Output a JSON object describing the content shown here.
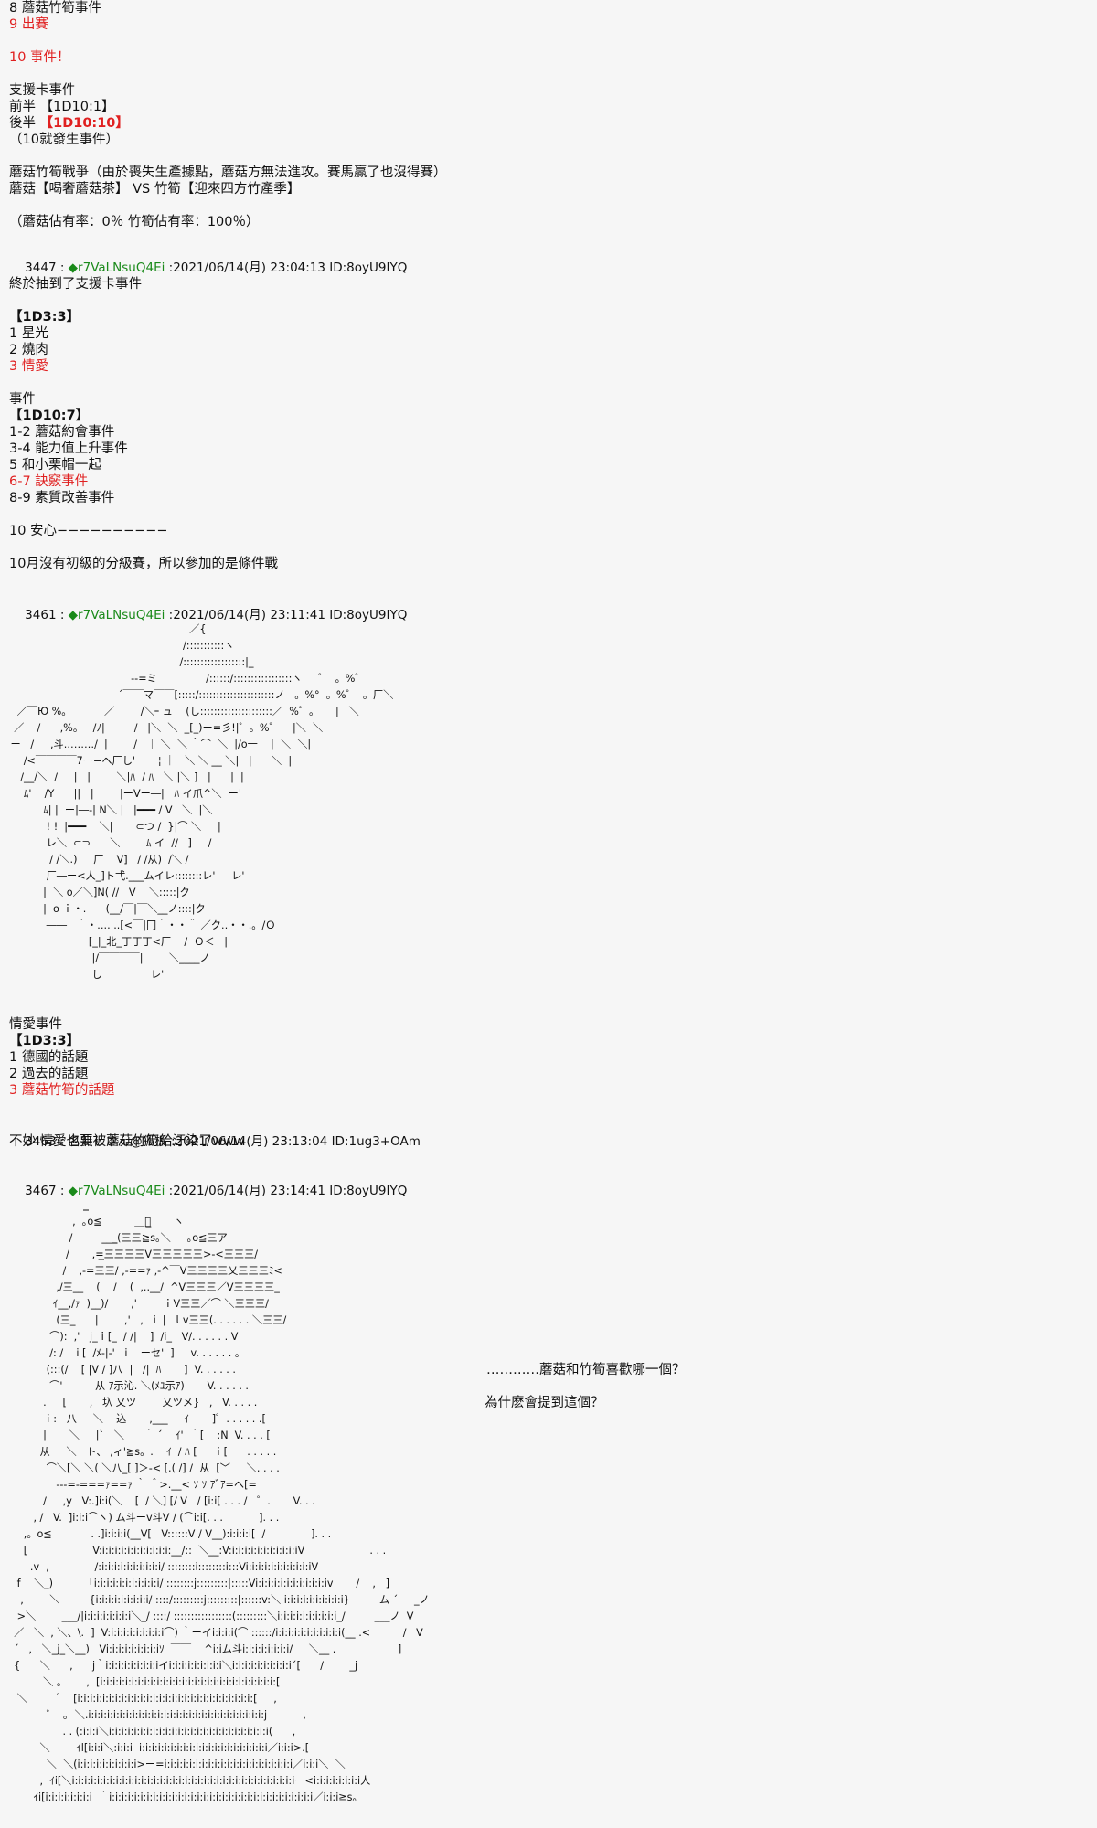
{
  "post_top": {
    "lines": [
      {
        "text": "8 蘑菇竹筍事件",
        "style": ""
      },
      {
        "text": "9 出賽",
        "style": "red"
      },
      {
        "text": "",
        "style": ""
      },
      {
        "text": "10 事件！",
        "style": "red"
      },
      {
        "text": "",
        "style": ""
      },
      {
        "text": "支援卡事件",
        "style": ""
      },
      {
        "text": "前半 【1D10:1】",
        "style": ""
      },
      {
        "text": "後半 【1D10:10】",
        "style": "half_red"
      },
      {
        "text": "（10就發生事件）",
        "style": ""
      },
      {
        "text": "",
        "style": ""
      },
      {
        "text": "蘑菇竹筍戰爭（由於喪失生產據點，蘑菇方無法進攻。賽馬贏了也沒得賽）",
        "style": ""
      },
      {
        "text": "蘑菇【喝奢蘑菇茶】 VS 竹筍【迎來四方竹產季】",
        "style": ""
      },
      {
        "text": "",
        "style": ""
      },
      {
        "text": "（蘑菇佔有率：0％ 竹筍佔有率：100％）",
        "style": ""
      }
    ],
    "half_red_prefix": "後半 ",
    "half_red_value": "【1D10:10】"
  },
  "posts": [
    {
      "number": "3447",
      "name": "◆r7VaLNsuQ4Ei",
      "date": "2021/06/14(月) 23:04:13 ID:8oyU9IYQ",
      "trip": true
    },
    {
      "number": "3461",
      "name": "◆r7VaLNsuQ4Ei",
      "date": "2021/06/14(月) 23:11:41 ID:8oyU9IYQ",
      "trip": true
    },
    {
      "number": "3463",
      "name": "名無しさん@狐板",
      "date": "2021/06/14(月) 23:13:04 ID:1ug3+OAm",
      "trip": false
    },
    {
      "number": "3467",
      "name": "◆r7VaLNsuQ4Ei",
      "date": "2021/06/14(月) 23:14:41 ID:8oyU9IYQ",
      "trip": true
    }
  ],
  "post_3447": {
    "lines": [
      {
        "text": "終於抽到了支援卡事件",
        "style": ""
      },
      {
        "text": "",
        "style": ""
      },
      {
        "text": "【1D3:3】",
        "style": "bold"
      },
      {
        "text": "1 星光",
        "style": ""
      },
      {
        "text": "2 燒肉",
        "style": ""
      },
      {
        "text": "3 情愛",
        "style": "red"
      },
      {
        "text": "",
        "style": ""
      },
      {
        "text": "事件",
        "style": ""
      },
      {
        "text": "【1D10:7】",
        "style": "bold"
      },
      {
        "text": "1-2 蘑菇約會事件",
        "style": ""
      },
      {
        "text": "3-4 能力值上升事件",
        "style": ""
      },
      {
        "text": "5 和小栗帽一起",
        "style": ""
      },
      {
        "text": "6-7 訣竅事件",
        "style": "red"
      },
      {
        "text": "8-9 素質改善事件",
        "style": ""
      },
      {
        "text": "",
        "style": ""
      },
      {
        "text": "10 安心−−−−−−−−−−",
        "style": ""
      },
      {
        "text": "",
        "style": ""
      },
      {
        "text": "10月沒有初級的分級賽，所以參加的是條件戰",
        "style": ""
      }
    ]
  },
  "post_3461": {
    "aa": "                                                        ／{\n                                                      /:::::::::::ヽ\n                                                     /::::::::::::::::::|_\n                                      --=ミ               /::::::/:::::::::::::::::ヽ     ゜  。%゜\n                                  ´￣￣マ￣￣[:::::/::::::::::::::::::::::ノ   。%°  。%゜  。厂＼\n   ／￣Ю %。          ／        /＼ｰ ュ    (し:::::::::::::::::::::／  %゜。     |   ＼\n  ／    /      ,%。   /ﾉ|         /   |＼  ＼  _[_)ー=彡!|゜。%゜    |＼  ＼\n ー   /     ,斗.‥‥‥‥/  |        /   ｜ ＼  ＼ ｀⌒  ＼  |/o一    |  ＼  ＼|\n     /<￣￣￣￣7ー−ヘ厂し'       ¦ ｜   ＼ ＼ __ ＼|   |      ＼  |\n    /__/＼  /     |   |        ＼|ﾊ  / ﾊ   ＼ |＼ ]   |      |  |\n     ﾑ'    /Y      ||   |        |ーVー―|   ﾊ イ爪^＼  ー'\n           ﾑ| |  ー|―‐| N＼ |   |━━━ / V   ＼  |＼\n            ! !  |━━━    ＼|       ⊂つ /  }|⌒ ＼     |\n            レ＼  ⊂⊃      ＼        ﾑ イ  //   ]     /\n             / /＼.)     厂    V]   / /从)  /＼ /\n            厂―ー<人_]ト弌.___ムイレ::::::::レ'     レ'\n           |  ＼ o／＼]N( //   V    ＼:::::|ク\n           |  o ｉ・.      (__/￣|￣＼__ノ::::|ク\n            ――   ｀・‥.. ..[<￣|冂｀・・＾ ／ク‥・・.。/Ｏ\n                         [_|_北_丁丁丁<厂    /  Ｏ＜   |\n                          |/￣￣￣￣|        ＼____ノ\n                          し               レ'"
  },
  "post_3461_after": {
    "lines": [
      {
        "text": "情愛事件",
        "style": ""
      },
      {
        "text": "【1D3:3】",
        "style": "bold"
      },
      {
        "text": "1 德國的話題",
        "style": ""
      },
      {
        "text": "2 過去的話題",
        "style": ""
      },
      {
        "text": "3 蘑菇竹筍的話題",
        "style": "red"
      }
    ]
  },
  "post_3463": {
    "lines": [
      {
        "text": "不妙 情愛也要被蘑菇竹筍給汙染了www",
        "style": ""
      }
    ]
  },
  "post_3467": {
    "aa": "                         ̲̲̲̲̲̲\n                    ,  ｡o≦          ＿＿̲̲       ヽ\n                   /         ___̲̲̲̲̲̲̲̲(三三≧s｡＼     ｡o≦三ア\n                  /       ,=̲̲̲̲̲̲̲̲̲̲三三三三V三三三三三>-<三三三/\n                 /    ,-=三三/ ,-==ｧ ,‐^￣V三三三三乂三三三ﾐ<\n               ,/三__    (    /    (  ,..__/  ^V三三三／V三三三三_\n              ｲ__,/ｧ  )__)/       ,'        ｉV三三／⌒ ＼三三三/\n               (三_      |        ,'   ,   i  |  ｌv三三(. . . . . . ＼三三/\n             ⌒):  ,'   j_ｉ[_  / /|    ]  /i_   V/. . . . . . V\n             /: /    i [  /ﾒ-|-'   i    ーセ'  ]     v. . . . . . 。\n            (:::(/    [ |V / ]八  |   /|  ﾊ       ]  V. . . . . .\n             ⌒'          从 ｱ示沁. ＼(ﾒﾕ示ｱ)       V. . . . . .\n           .     [       ,   圦 乂ツ        乂ツメ}   ,   V. . . . . \n           ｉ:   八     ＼    込       ,___     ｲ       ]゜. . . . . .[\n           |       ＼     |`   ＼      ｀ ´    ｲ'  ｀[    :N  V. . . . [\n          从     ＼   ト、 ,ィ'≧s。.    ｲ  / ﾊ [     ｉ[      . . . . .\n            ⌒＼[＼ ＼( ＼八_[ ]＞-< [.( /] /  从  [﹀     ＼. . . .\n               ---=-===ｧ==ｧ ｀ ＾>.__< ｿ ｿ ｱﾞｱ=ヘ[=\n           /     ,y   V:.]i:i(＼    [  / ＼] [/ V   / [i:i[ . . . /   ゜.       V. . .\n        , /   V.  ]i:i:i⌒ヽ) ム斗ーv斗V / (⌒i:i[. . .           ]. . .\n     ,。o≦            . .]i:i:i:i(__V[   V::::::V / V__):i:i:i:i[  /              ]. . .\n     [                    V:i:i:i:i:i:i:i:i:i:i:i:__/::  ＼__:V:i:i:i:i:i:i:i:i:i:i:iV                    . . .\n       .v  ,              /:i:i:i:i:i:i:i:i:i:i/ ::::::::i::::::::i:::Vi:i:i:i:i:i:i:i:i:i:iV\n   f    ＼_)           ｢i:i:i:i:i:i:i:i:i:i:i/ ::::::::j:::::::::|:::::Vi:i:i:i:i:i:i:i:i:i:i:iv       /    ,   ]\n    ,        ＼         {i:i:i:i:i:i:i:i:i/ ::::/:::::::::j:::::::::|::::::v:＼ i:i:i:i:i:i:i:i:i:i}         ム ´     _ノ\n   >＼        ___/|i:i:i:i:i:i:i:i＼_/ ::::/ :::::::::::::::::(:::::::::＼i:i:i:i:i:i:i:i:i:i_/         ___ノ  V\n  ／   ＼  , ＼、\\.  ]  V:i:i:i:i:i:i:i:i:i⌒) ｀ーイi:i:i:i(⌒ ::::::/i:i:i:i:i:i:i:i:i:i:i(__ .<          /   V\n  ´   ,   ＼_j_＼__)   Vi:i:i:i:i:i:i:i:iｿ  ￣￣    ^i:iム斗i:i:i:i:i:i:i:i/     ＼__ .                   ]\n  {      ＼      ,      j｀i:i:i:i:i:i:i:i:iイi:i:i:i:i:i:i:i:i＼i:i:i:i:i:i:i:i:i:i´[      /        _j\n           ＼ 。      ,  [i:i:i:i:i:i:i:i:i:i:i:i:i:i:i:i:i:i:i:i:i:i:i:i:i:i:i:i:[\n   ＼         ゜  [i:i:i:i:i:i:i:i:i:i:i:i:i:i:i:i:i:i:i:i:i:i:i:i:i:i:i:i:[     ,\n            ゜  ｡  ＼.i:i:i:i:i:i:i:i:i:i:i:i:i:i:i:i:i:i:i:i:i:i:i:i:i:i:i:i:j           ,\n                 . . (:i:i:i＼i:i:i:i:i:i:i:i:i:i:i:i:i:i:i:i:i:i:i:i:i:i:i:i:i:i(      ,\n          ＼        ｲl[i:i:i＼:i:i:i  i:i:i:i:i:i:i:i:i:i:i:i:i:i:i:i:i:i:i:i:i／i:i:i>.[\n            ＼  ＼(i:i:i:i:i:i:i:i:i:i>ー=i:i:i:i:i:i:i:i:i:i:i:i:i:i:i:i:i:i:i:i:i／i:i:i＼  ＼\n          ,  ｲi[＼i:i:i:i:i:i:i:i:i:i:i:i:i:i:i:i:i:i:i:i:i:i:i:i:i:i:i:i:i:i:i:i:i:i:i:iー<i:i:i:i:i:i:i:i人\n        ｲi[i:i:i:i:i:i:i:i  ｀i:i:i:i:i:i:i:i:i:i:i:i:i:i:i:i:i:i:i:i:i:i:i:i:i:i:i:i:i:i:i:i:i／i:i:i≧s｡"
  },
  "post_3467_side": {
    "line1": "…………蘑菇和竹筍喜歡哪一個？",
    "line2": "為什麽會提到這個？"
  }
}
